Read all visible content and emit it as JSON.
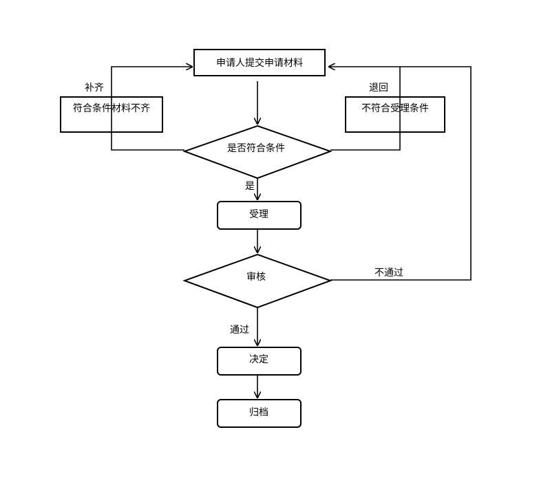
{
  "nodes": {
    "submit": "申请人提交申请材料",
    "incomplete": "符合条件材料不齐",
    "not_eligible": "不符合受理条件",
    "check": "是否符合条件",
    "accept": "受理",
    "review": "审核",
    "decide": "决定",
    "archive": "归档"
  },
  "edges": {
    "supplement": "补齐",
    "return": "退回",
    "yes": "是",
    "fail": "不通过",
    "pass": "通过"
  }
}
